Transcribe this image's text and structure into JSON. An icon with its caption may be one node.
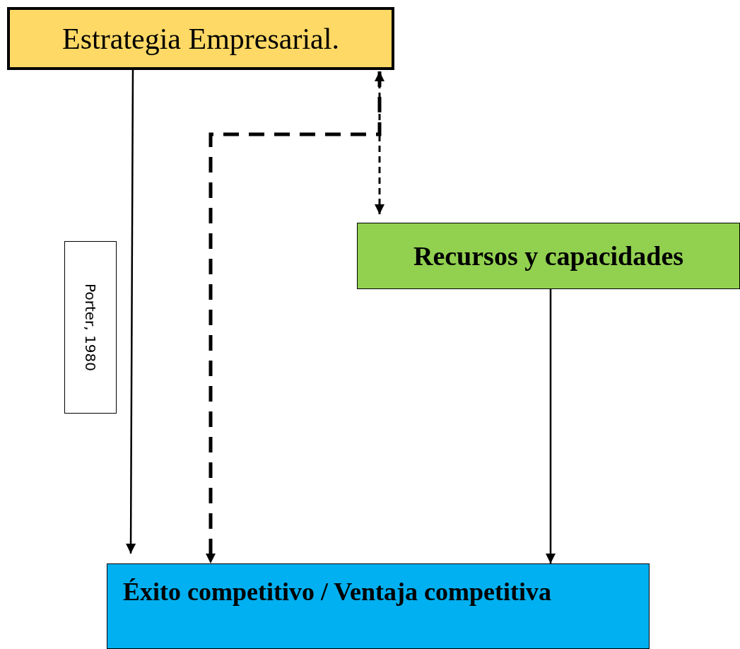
{
  "diagram": {
    "nodes": [
      {
        "text": [
          "Estrategia Empresarial."
        ]
      },
      {
        "text": [
          "Recursos y capacidades"
        ]
      },
      {
        "text": [
          "Éxito competitivo / Ventaja competitiva"
        ]
      },
      {
        "text": [
          "Porter, 1980"
        ]
      }
    ],
    "edges": [
      {
        "from": 0,
        "to": 2,
        "arrow": "to"
      },
      {
        "from": 0,
        "to": 1,
        "arrow": "both",
        "style": "dashed"
      },
      {
        "from": 0,
        "to": 2,
        "arrow": "to",
        "style": "dashed"
      },
      {
        "from": 1,
        "to": 2,
        "arrow": "to"
      }
    ]
  }
}
